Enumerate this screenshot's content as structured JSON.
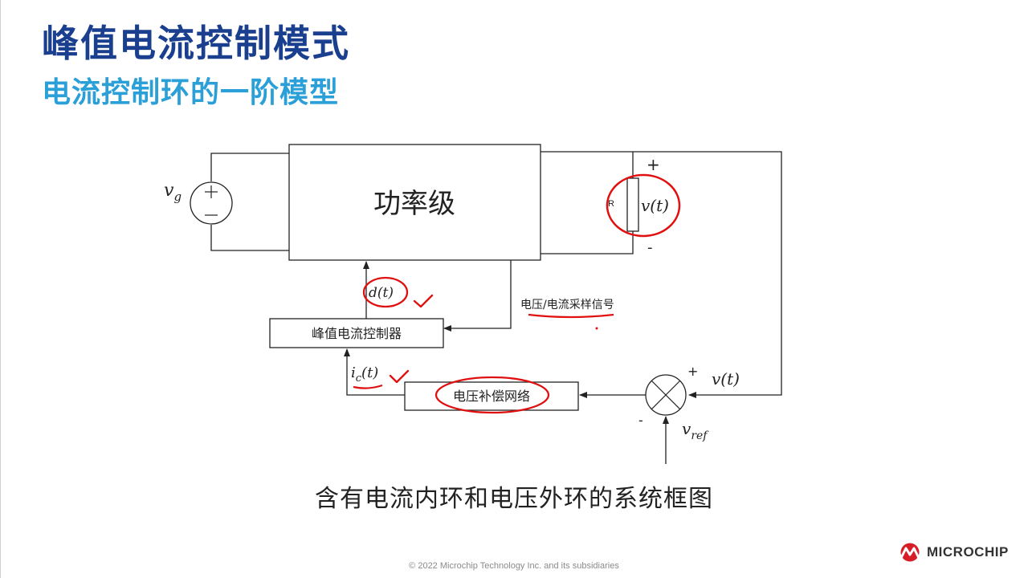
{
  "slide": {
    "title": "峰值电流控制模式",
    "subtitle": "电流控制环的一阶模型"
  },
  "diagram": {
    "power_stage_label": "功率级",
    "source_label": "v",
    "source_label_sub": "g",
    "resistor_label": "R",
    "output_voltage_label": "v(t)",
    "output_plus": "+",
    "output_minus": "-",
    "duty_label": "d(t)",
    "sample_signal_label": "电压/电流采样信号",
    "peak_controller_label": "峰值电流控制器",
    "control_current_label": "i",
    "control_current_sub": "c",
    "control_current_suffix": "(t)",
    "compensator_label": "电压补偿网络",
    "summer_plus": "+",
    "summer_minus": "-",
    "feedback_label": "v(t)",
    "reference_label": "v",
    "reference_sub": "ref",
    "caption": "含有电流内环和电压外环的系统框图"
  },
  "footer": {
    "copyright": "© 2022 Microchip Technology Inc. and its subsidiaries",
    "logo_text": "MICROCHIP"
  },
  "colors": {
    "title": "#1a3f8f",
    "subtitle": "#2a9fd8",
    "annotation": "#e01010",
    "logo_red": "#d71e28"
  }
}
